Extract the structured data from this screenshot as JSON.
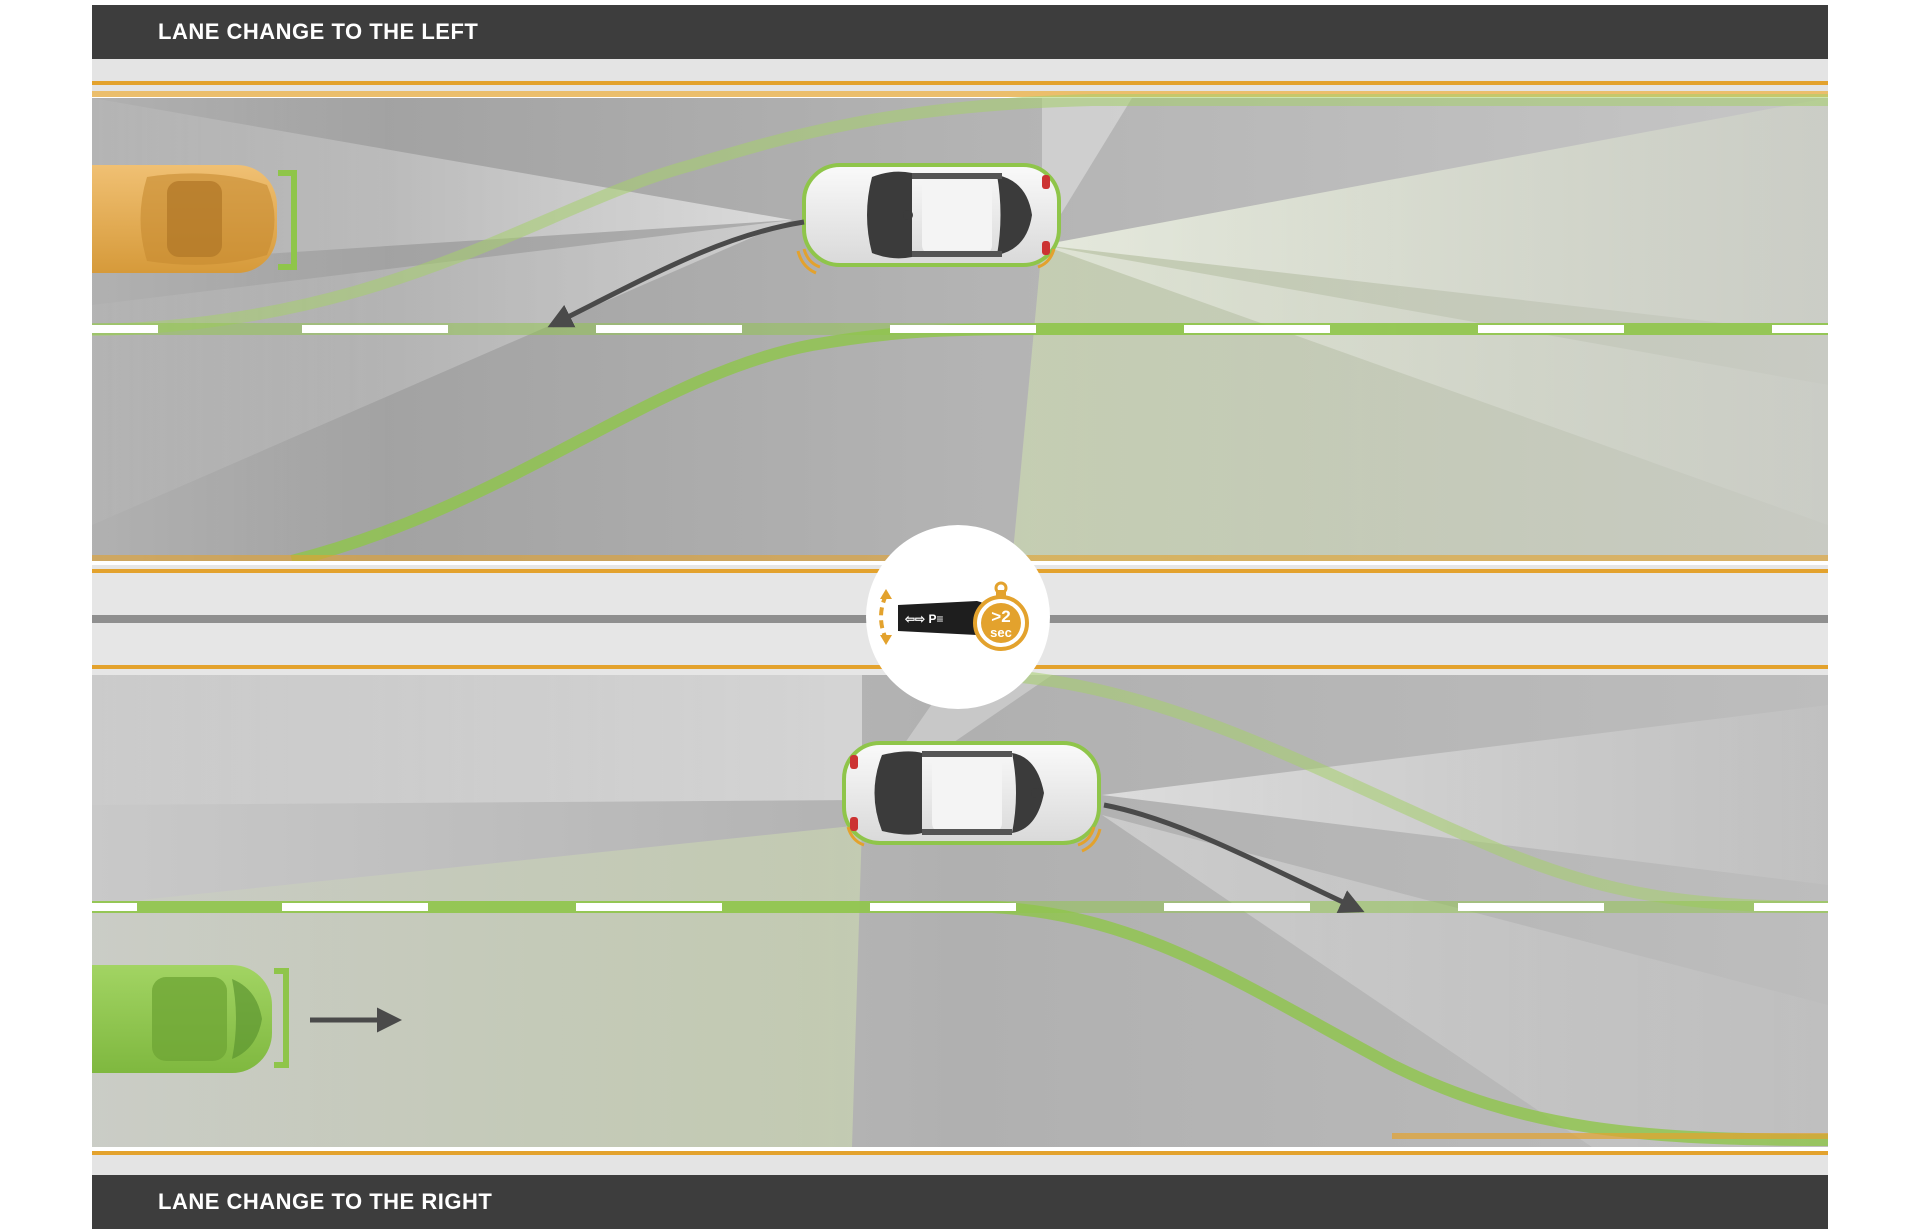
{
  "header": {
    "title": "LANE CHANGE TO THE LEFT"
  },
  "footer": {
    "title": "LANE CHANGE TO THE RIGHT"
  },
  "indicator": {
    "stopwatch_symbol": ">2",
    "stopwatch_unit": "sec",
    "stalk_label": "⇦⇨ P≡",
    "accent_color": "#e3a22d"
  },
  "colors": {
    "road": "#a9a9a9",
    "lane_green": "#8fc54a",
    "ego_car": "#ececec",
    "yellow_car": "#e3a944",
    "green_car": "#8cc648",
    "edge_line": "#e3a22d",
    "title_bar": "#3d3d3d",
    "arrow": "#4a4a4a"
  }
}
